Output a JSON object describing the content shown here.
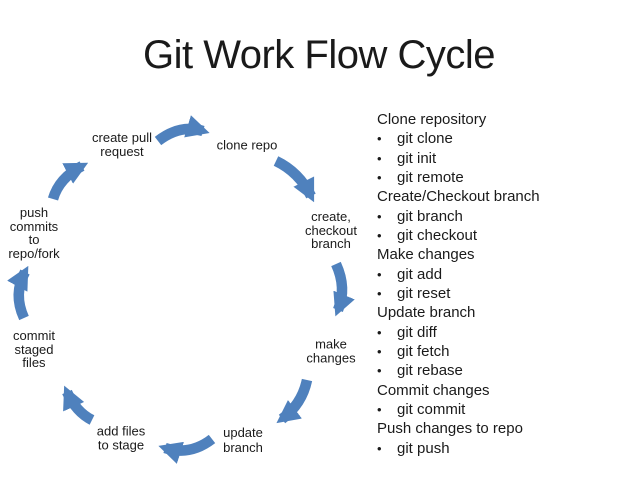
{
  "title": "Git Work Flow Cycle",
  "colors": {
    "background": "#ffffff",
    "text": "#1a1a1a",
    "arrow": "#4f81bd"
  },
  "cycle": {
    "nodes": [
      {
        "id": "clone-repo",
        "lines": [
          "clone repo"
        ]
      },
      {
        "id": "create-checkout-branch",
        "lines": [
          "create,",
          "checkout",
          "branch"
        ]
      },
      {
        "id": "make-changes",
        "lines": [
          "make",
          "changes"
        ]
      },
      {
        "id": "update-branch",
        "lines": [
          "update",
          "branch"
        ]
      },
      {
        "id": "add-files-to-stage",
        "lines": [
          "add files",
          "to stage"
        ]
      },
      {
        "id": "commit-staged-files",
        "lines": [
          "commit",
          "staged",
          "files"
        ]
      },
      {
        "id": "push-commits-to-repo",
        "lines": [
          "push",
          "commits",
          "to",
          "repo/fork"
        ]
      },
      {
        "id": "create-pull-request",
        "lines": [
          "create pull",
          "request"
        ]
      }
    ]
  },
  "commands": {
    "bullet": "•",
    "sections": [
      {
        "heading": "Clone repository",
        "items": [
          "git clone",
          "git init",
          "git remote"
        ]
      },
      {
        "heading": "Create/Checkout branch",
        "items": [
          "git branch",
          "git checkout"
        ]
      },
      {
        "heading": "Make changes",
        "items": [
          "git add",
          "git reset"
        ]
      },
      {
        "heading": "Update branch",
        "items": [
          "git diff",
          "git fetch",
          "git rebase"
        ]
      },
      {
        "heading": "Commit changes",
        "items": [
          "git commit"
        ]
      },
      {
        "heading": "Push changes to repo",
        "items": [
          "git push"
        ]
      }
    ]
  }
}
